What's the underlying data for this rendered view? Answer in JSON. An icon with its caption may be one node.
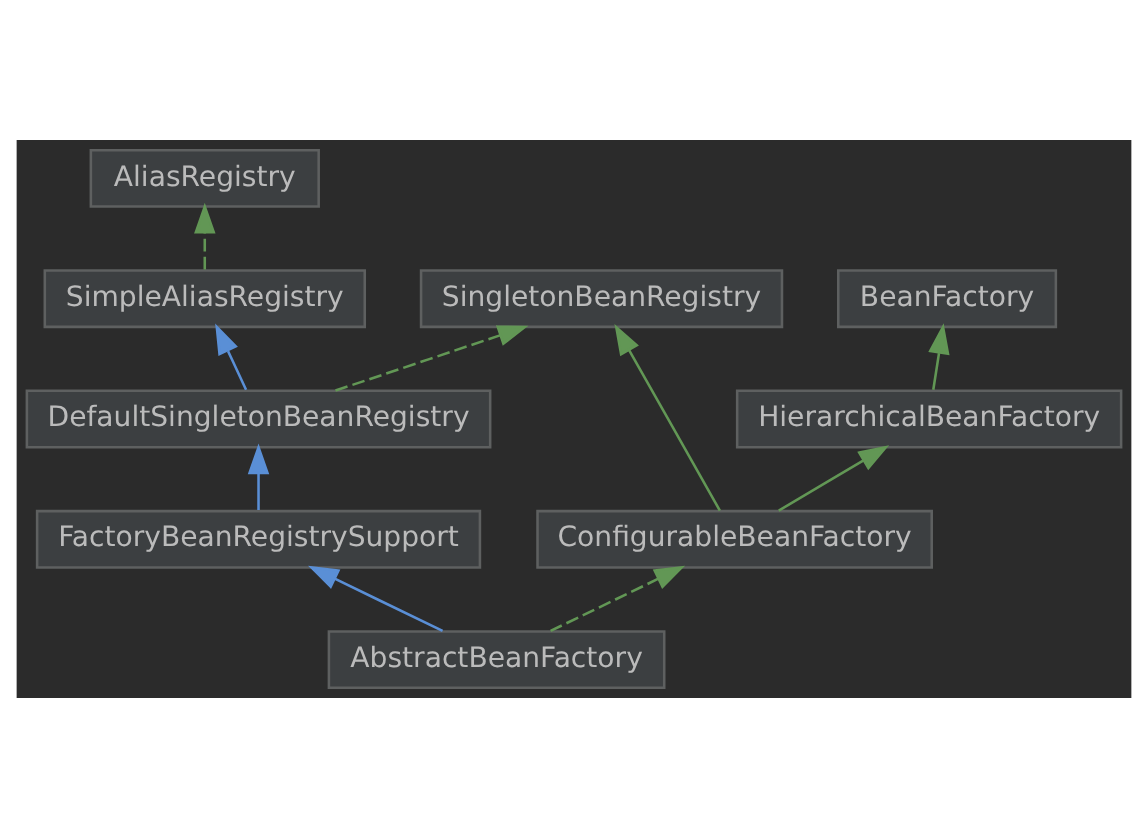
{
  "diagram": {
    "nodes": [
      {
        "text": [
          "AliasRegistry"
        ]
      },
      {
        "text": [
          "SimpleAliasRegistry"
        ]
      },
      {
        "text": [
          "SingletonBeanRegistry"
        ]
      },
      {
        "text": [
          "BeanFactory"
        ]
      },
      {
        "text": [
          "DefaultSingletonBeanRegistry"
        ]
      },
      {
        "text": [
          "HierarchicalBeanFactory"
        ]
      },
      {
        "text": [
          "FactoryBeanRegistrySupport"
        ]
      },
      {
        "text": [
          "ConfigurableBeanFactory"
        ]
      },
      {
        "text": [
          "AbstractBeanFactory"
        ]
      }
    ],
    "edges": [
      {
        "from": 1,
        "to": 0,
        "arrow": "to",
        "style": "dashed"
      },
      {
        "from": 4,
        "to": 1,
        "arrow": "to",
        "color": "#5a8fd6"
      },
      {
        "from": 4,
        "to": 2,
        "arrow": "to",
        "style": "dashed"
      },
      {
        "from": 5,
        "to": 3,
        "arrow": "to"
      },
      {
        "from": 6,
        "to": 4,
        "arrow": "to",
        "color": "#5a8fd6"
      },
      {
        "from": 7,
        "to": 2,
        "arrow": "to"
      },
      {
        "from": 7,
        "to": 5,
        "arrow": "to"
      },
      {
        "from": 8,
        "to": 6,
        "arrow": "to",
        "color": "#5a8fd6"
      },
      {
        "from": 8,
        "to": 7,
        "arrow": "to",
        "style": "dashed"
      }
    ]
  }
}
